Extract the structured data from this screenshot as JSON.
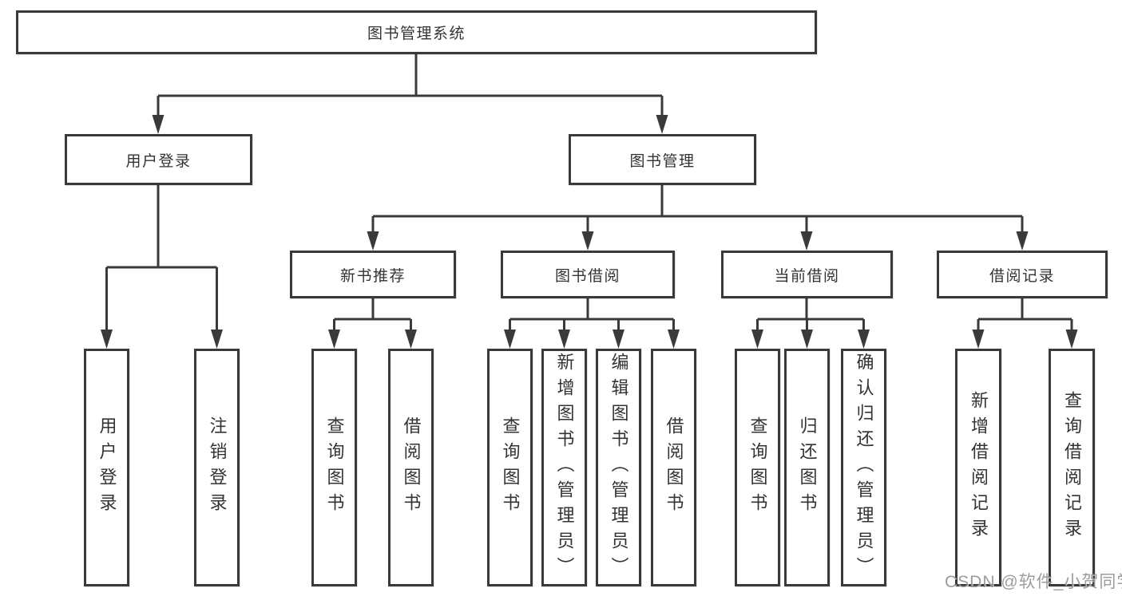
{
  "tree": {
    "root": "图书管理系统",
    "branches": [
      {
        "label": "用户登录",
        "children": [
          "用户登录",
          "注销登录"
        ]
      },
      {
        "label": "图书管理",
        "groups": [
          {
            "label": "新书推荐",
            "children": [
              "查询图书",
              "借阅图书"
            ]
          },
          {
            "label": "图书借阅",
            "children": [
              "查询图书",
              "新增图书（管理员）",
              "编辑图书（管理员）",
              "借阅图书"
            ]
          },
          {
            "label": "当前借阅",
            "children": [
              "查询图书",
              "归还图书",
              "确认归还（管理员）"
            ]
          },
          {
            "label": "借阅记录",
            "children": [
              "新增借阅记录",
              "查询借阅记录"
            ]
          }
        ]
      }
    ]
  },
  "watermark": {
    "text": "CSDN @软件_小贺同学"
  },
  "colors": {
    "line": "#3a3a3a",
    "box_border": "#3a3a3a",
    "text": "#333333",
    "watermark": "#919191",
    "background": "#ffffff"
  }
}
